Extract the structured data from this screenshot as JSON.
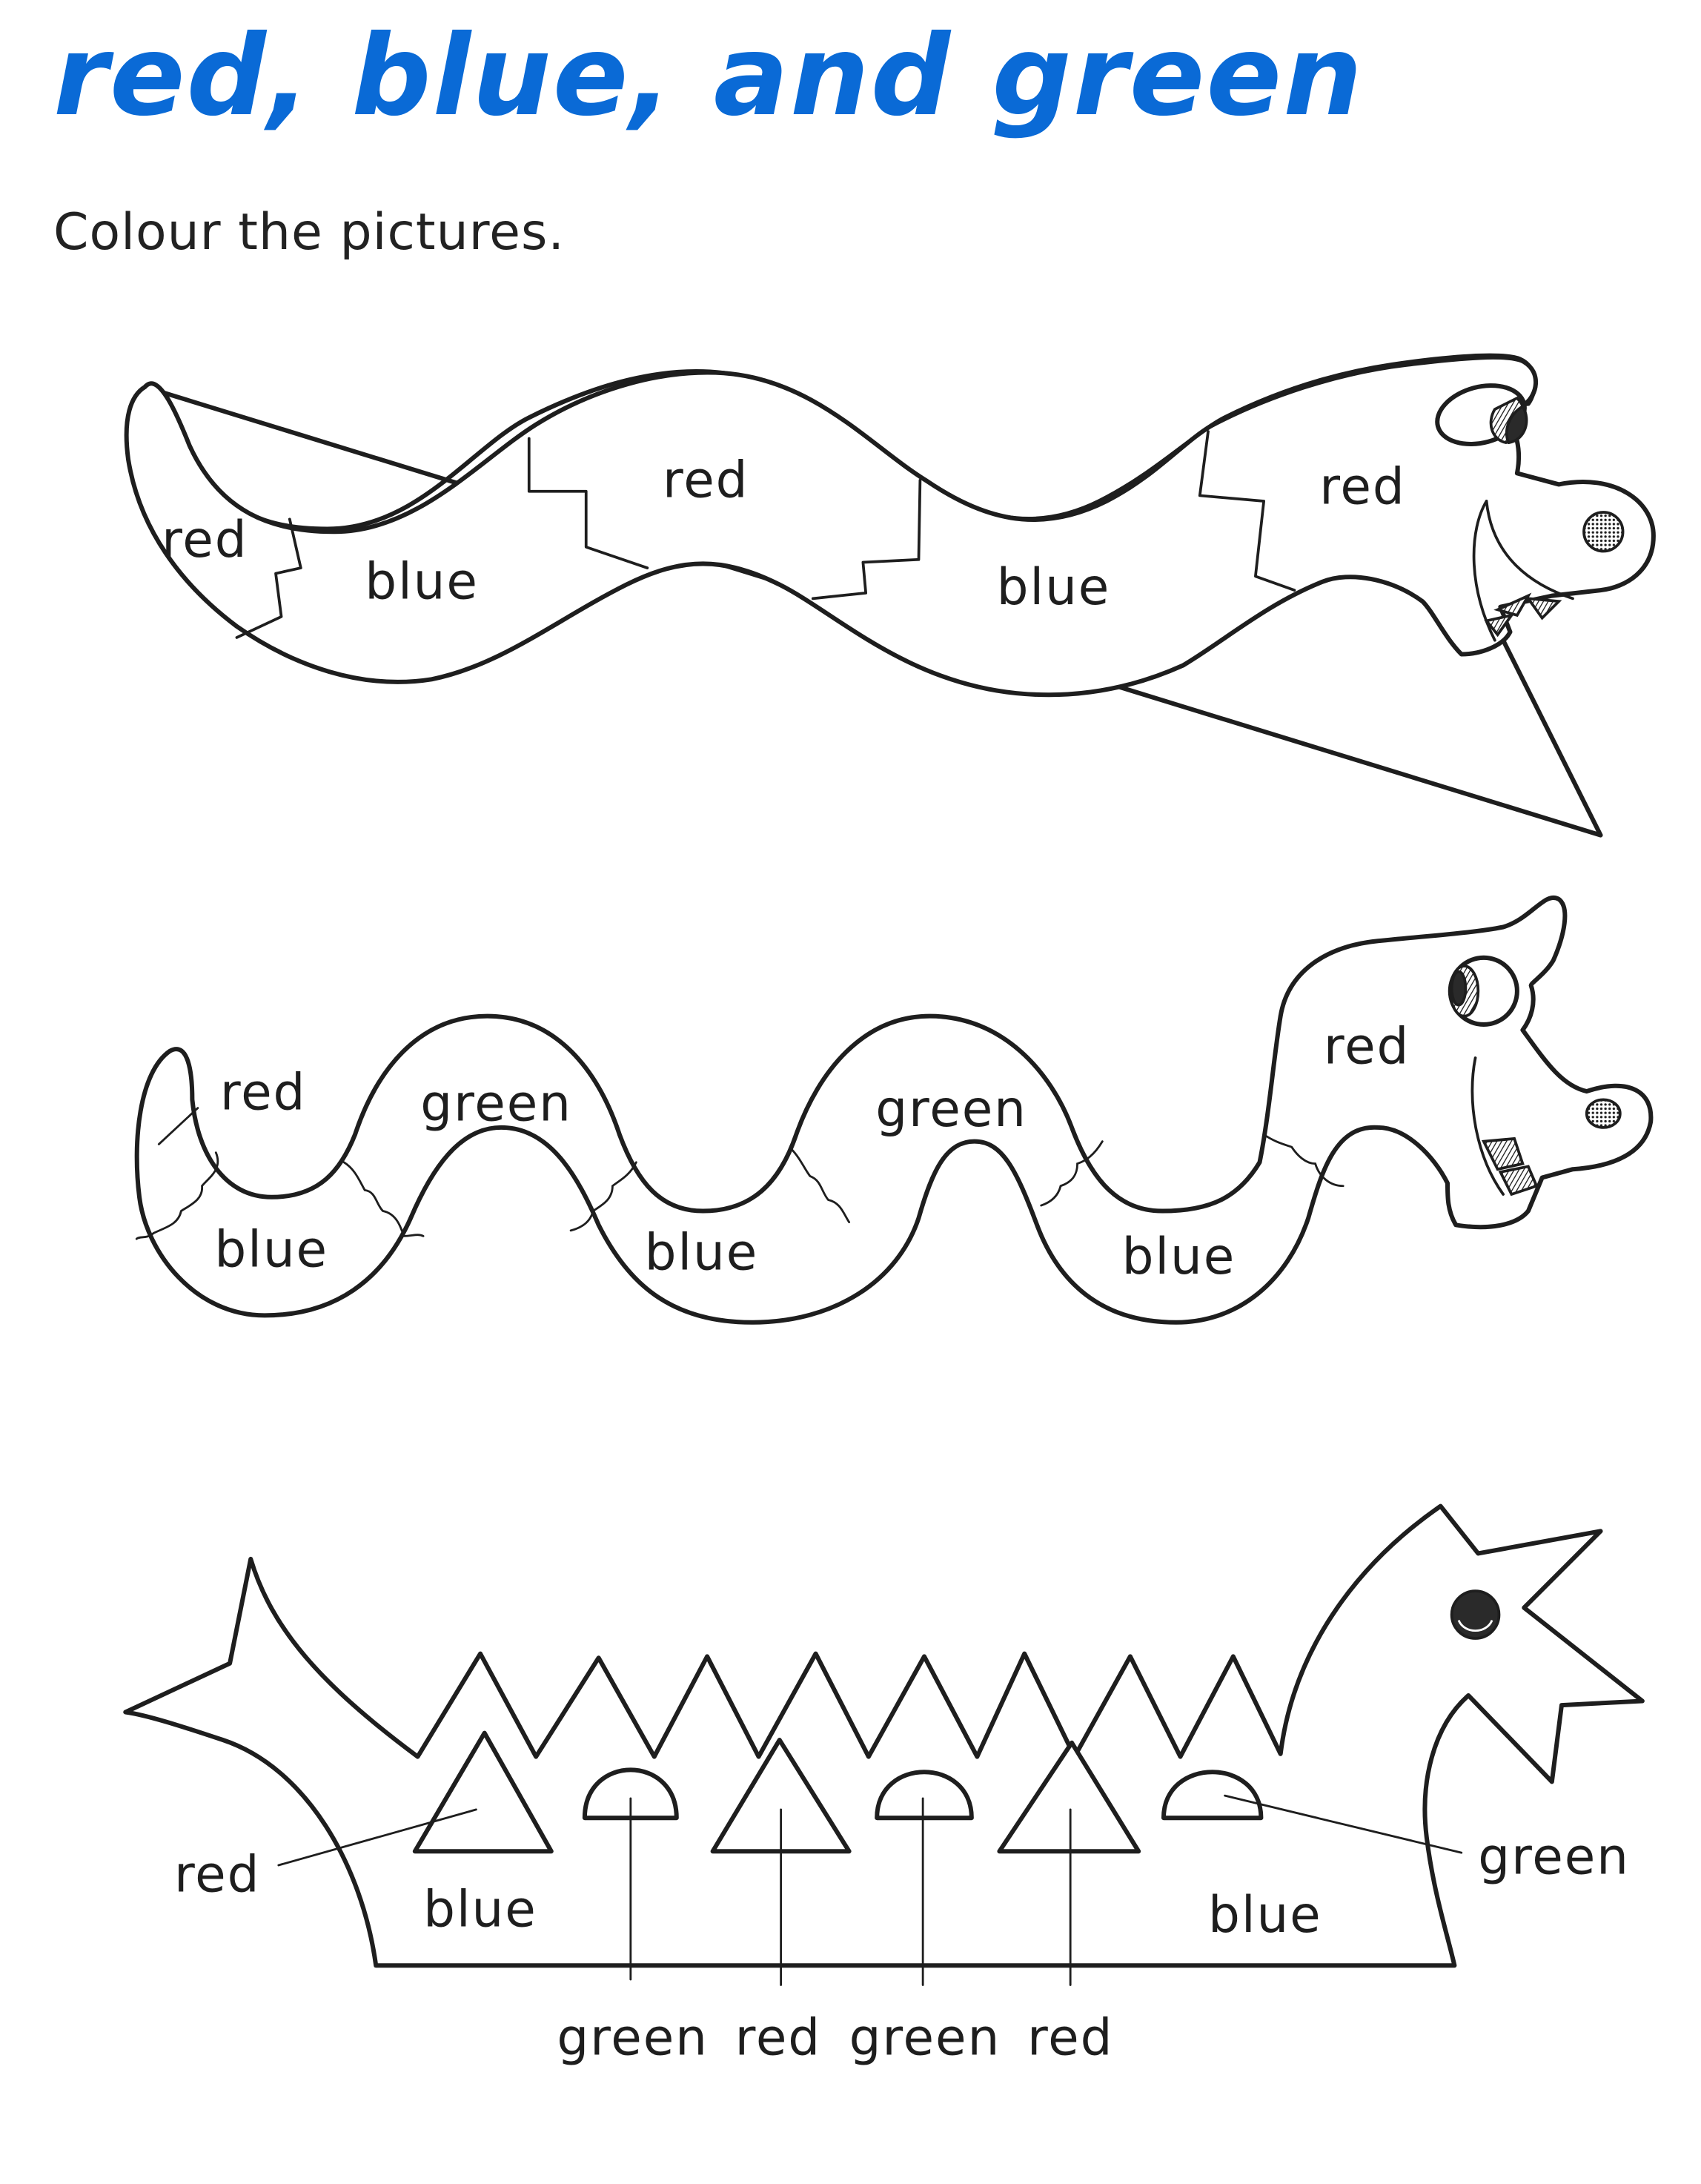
{
  "page": {
    "title": "red, blue, and green",
    "instruction": "Colour the pictures.",
    "title_color": "#0a6ad6",
    "text_color": "#222222"
  },
  "pictures": [
    {
      "name": "dragon-1",
      "labels": [
        {
          "text": "red",
          "region": "tail"
        },
        {
          "text": "blue",
          "region": "body-1"
        },
        {
          "text": "red",
          "region": "body-2"
        },
        {
          "text": "blue",
          "region": "body-3"
        },
        {
          "text": "red",
          "region": "head"
        }
      ]
    },
    {
      "name": "dragon-2",
      "labels": [
        {
          "text": "red",
          "region": "tail"
        },
        {
          "text": "green",
          "region": "hump-1"
        },
        {
          "text": "green",
          "region": "hump-2"
        },
        {
          "text": "blue",
          "region": "belly-1"
        },
        {
          "text": "blue",
          "region": "belly-2"
        },
        {
          "text": "blue",
          "region": "belly-3"
        },
        {
          "text": "red",
          "region": "head"
        }
      ]
    },
    {
      "name": "dragon-boat",
      "labels": [
        {
          "text": "red",
          "region": "triangle-1"
        },
        {
          "text": "blue",
          "region": "hull-left"
        },
        {
          "text": "blue",
          "region": "hull-right"
        },
        {
          "text": "green",
          "region": "semicircle-3"
        },
        {
          "text": "green",
          "region": "semicircle-1"
        },
        {
          "text": "red",
          "region": "triangle-2"
        },
        {
          "text": "green",
          "region": "semicircle-2"
        },
        {
          "text": "red",
          "region": "triangle-3"
        }
      ]
    }
  ]
}
